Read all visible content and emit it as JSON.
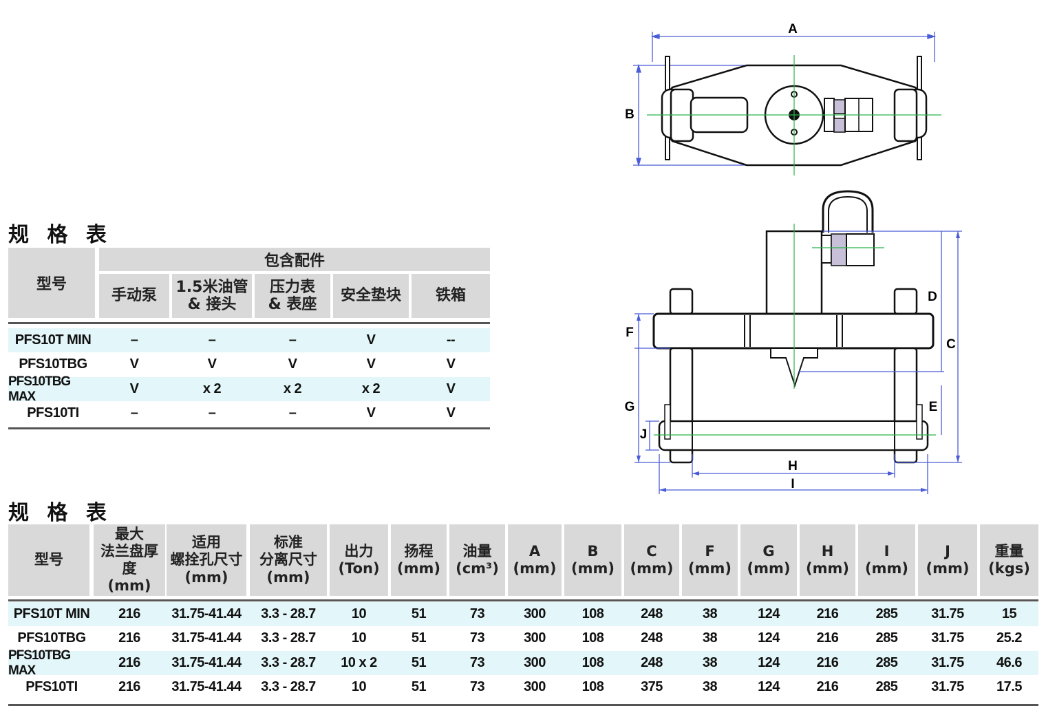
{
  "accessory_table": {
    "title": "规 格 表",
    "model_header": "型号",
    "group_header": "包含配件",
    "columns": [
      "手动泵",
      "1.5米油管\n& 接头",
      "压力表\n& 表座",
      "安全垫块",
      "铁箱"
    ],
    "rows": [
      {
        "model": "PFS10T MIN",
        "values": [
          "–",
          "–",
          "–",
          "V",
          "--"
        ]
      },
      {
        "model": "PFS10TBG",
        "values": [
          "V",
          "V",
          "V",
          "V",
          "V"
        ]
      },
      {
        "model": "PFS10TBG MAX",
        "values": [
          "V",
          "x 2",
          "x 2",
          "x 2",
          "V"
        ]
      },
      {
        "model": "PFS10TI",
        "values": [
          "–",
          "–",
          "–",
          "V",
          "V"
        ]
      }
    ]
  },
  "spec_table": {
    "title": "规 格 表",
    "columns": [
      "型号",
      "最大\n法兰盘厚度\n(mm)",
      "适用\n螺拴孔尺寸\n(mm)",
      "标准\n分离尺寸\n(mm)",
      "出力\n(Ton)",
      "扬程\n(mm)",
      "油量\n(cm³)",
      "A\n(mm)",
      "B\n(mm)",
      "C\n(mm)",
      "F\n(mm)",
      "G\n(mm)",
      "H\n(mm)",
      "I\n(mm)",
      "J\n(mm)",
      "重量\n(kgs)"
    ],
    "rows": [
      [
        "PFS10T MIN",
        "216",
        "31.75-41.44",
        "3.3 - 28.7",
        "10",
        "51",
        "73",
        "300",
        "108",
        "248",
        "38",
        "124",
        "216",
        "285",
        "31.75",
        "15"
      ],
      [
        "PFS10TBG",
        "216",
        "31.75-41.44",
        "3.3 - 28.7",
        "10",
        "51",
        "73",
        "300",
        "108",
        "248",
        "38",
        "124",
        "216",
        "285",
        "31.75",
        "25.2"
      ],
      [
        "PFS10TBG MAX",
        "216",
        "31.75-41.44",
        "3.3 - 28.7",
        "10 x 2",
        "51",
        "73",
        "300",
        "108",
        "248",
        "38",
        "124",
        "216",
        "285",
        "31.75",
        "46.6"
      ],
      [
        "PFS10TI",
        "216",
        "31.75-41.44",
        "3.3 - 28.7",
        "10",
        "51",
        "73",
        "300",
        "108",
        "375",
        "38",
        "124",
        "216",
        "285",
        "31.75",
        "17.5"
      ]
    ]
  },
  "drawing": {
    "dimension_labels": {
      "A": "A",
      "B": "B",
      "C": "C",
      "D": "D",
      "E": "E",
      "F": "F",
      "G": "G",
      "H": "H",
      "I": "I",
      "J": "J"
    },
    "colors": {
      "dimension": "#4a5cd6",
      "centerline": "#2bb34a",
      "outline": "#111111",
      "shade": "#d9d9d9",
      "highlight_row": "#e3f6f9"
    }
  }
}
